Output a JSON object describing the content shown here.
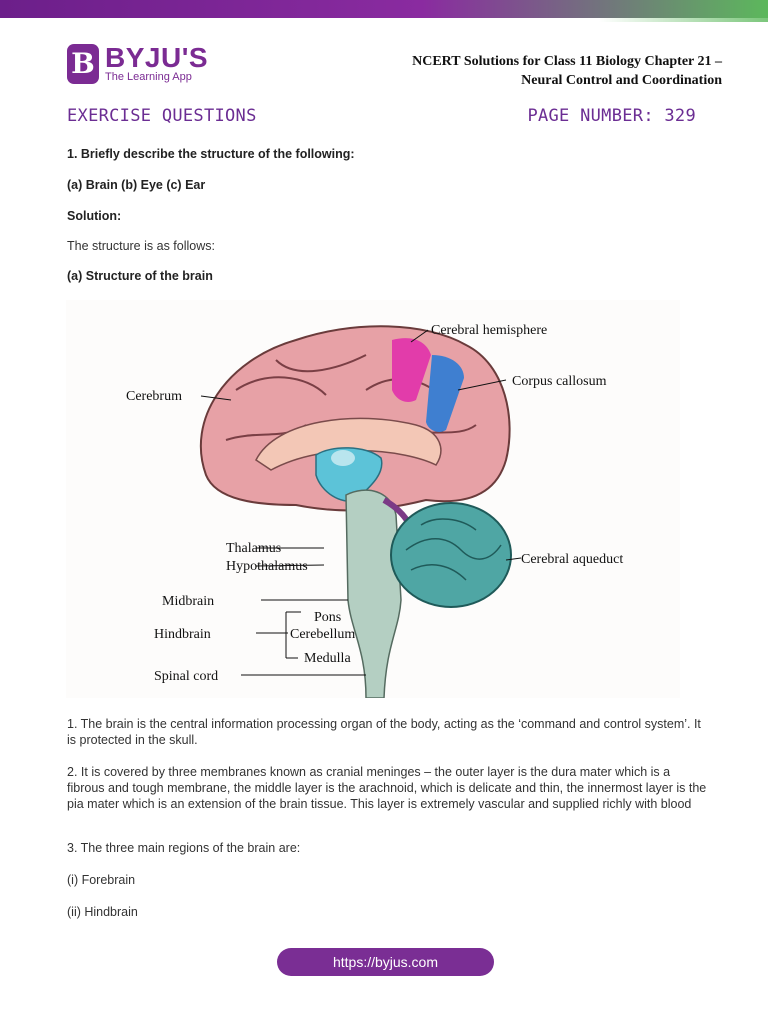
{
  "logo": {
    "letter": "B",
    "name": "BYJU'S",
    "tagline": "The Learning App"
  },
  "header": {
    "title_line1": "NCERT Solutions for Class 11 Biology Chapter 21 –",
    "title_line2": "Neural Control and Coordination"
  },
  "section": {
    "left": "EXERCISE QUESTIONS",
    "right": "PAGE NUMBER: 329"
  },
  "question": {
    "text": "1. Briefly describe the structure of the following:",
    "parts": "(a) Brain (b) Eye (c) Ear",
    "solution_label": "Solution:",
    "intro": "The structure is as follows:",
    "subheading": "(a) Structure of the brain"
  },
  "figure": {
    "labels": {
      "cerebral_hemisphere": "Cerebral hemisphere",
      "corpus_callosum": "Corpus callosum",
      "cerebrum": "Cerebrum",
      "cerebral_aqueduct": "Cerebral aqueduct",
      "thalamus": "Thalamus",
      "hypothalamus": "Hypothalamus",
      "midbrain": "Midbrain",
      "pons": "Pons",
      "hindbrain": "Hindbrain",
      "cerebellum": "Cerebellum",
      "medulla": "Medulla",
      "spinal_cord": "Spinal cord"
    }
  },
  "points": [
    "1. The brain is the central information processing organ of the body, acting as the ‘command and control system’. It is protected in the skull.",
    "2. It is covered by three membranes known as cranial meninges – the outer layer is the dura mater which is a fibrous and tough membrane, the middle layer is the arachnoid, which is delicate and thin, the innermost layer is the pia mater which is an extension of the brain tissue. This layer is extremely vascular and supplied richly with blood",
    "3. The three main regions of the brain are:",
    "(i) Forebrain",
    "(ii) Hindbrain"
  ],
  "footer": {
    "url": "https://byjus.com"
  }
}
